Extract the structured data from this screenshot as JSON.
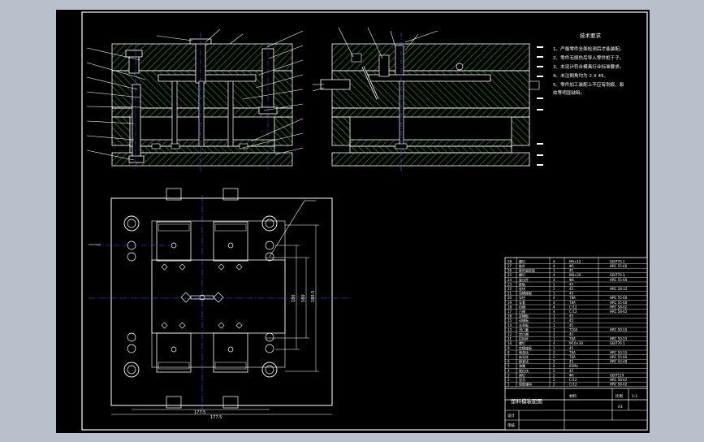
{
  "colors": {
    "background": "#b8c0cc",
    "sheet": "#000000",
    "line": "#ffffff",
    "hatch": "#2e9e2e",
    "center": "#4060ff",
    "dim": "#ffffff"
  },
  "technical_requirements": {
    "title": "技术要求",
    "items": [
      "1、严格零件全面检测后才能装配。",
      "2、零件无损伤后导入零件柜于子。",
      "3、本设计符合模具行业标准要求。",
      "4、未注倒角均为 2 X 45。",
      "5、零件加工装配上不应有划痕、裂",
      "   纹等明显缺陷。"
    ]
  },
  "plan_dimensions": [
    "180.5",
    "180",
    "180",
    "177.5",
    "177.5"
  ],
  "bom": {
    "rows": [
      {
        "no": "28",
        "name": "螺钉",
        "qty": "4",
        "spec": "M6×12",
        "material": "GB/T70.1"
      },
      {
        "no": "27",
        "name": "推杆",
        "qty": "4",
        "spec": "Φ5",
        "material": "HRC 55-60"
      },
      {
        "no": "26",
        "name": "推杆固定板",
        "qty": "1",
        "spec": "45",
        "material": ""
      },
      {
        "no": "25",
        "name": "螺钉",
        "qty": "4",
        "spec": "M8×20",
        "material": "GB/T70.1"
      },
      {
        "no": "24",
        "name": "复位杆",
        "qty": "4",
        "spec": "Φ8",
        "material": "HRC 55-60"
      },
      {
        "no": "23",
        "name": "推板",
        "qty": "1",
        "spec": "45",
        "material": ""
      },
      {
        "no": "22",
        "name": "垫块",
        "qty": "2",
        "spec": "45",
        "material": "HRC 28-32"
      },
      {
        "no": "21",
        "name": "动模座板",
        "qty": "1",
        "spec": "45",
        "material": ""
      },
      {
        "no": "20",
        "name": "导柱",
        "qty": "4",
        "spec": "T8A",
        "material": "HRC 55-60"
      },
      {
        "no": "19",
        "name": "导套",
        "qty": "4",
        "spec": "T8A",
        "material": "HRC 55-60"
      },
      {
        "no": "18",
        "name": "凹模",
        "qty": "4",
        "spec": "Cr12",
        "material": "HRC 58-62"
      },
      {
        "no": "17",
        "name": "凸模",
        "qty": "4",
        "spec": "Cr12",
        "material": "HRC 58-62"
      },
      {
        "no": "16",
        "name": "定模板",
        "qty": "1",
        "spec": "45",
        "material": ""
      },
      {
        "no": "15",
        "name": "动模板",
        "qty": "1",
        "spec": "45",
        "material": ""
      },
      {
        "no": "14",
        "name": "支承板",
        "qty": "1",
        "spec": "45",
        "material": ""
      },
      {
        "no": "13",
        "name": "浇口套",
        "qty": "1",
        "spec": "T10A",
        "material": "HRC 50-55"
      },
      {
        "no": "12",
        "name": "定位圈",
        "qty": "1",
        "spec": "45",
        "material": ""
      },
      {
        "no": "11",
        "name": "拉料杆",
        "qty": "1",
        "spec": "T8A",
        "material": "HRC 50-55"
      },
      {
        "no": "10",
        "name": "螺钉",
        "qty": "4",
        "spec": "M10×30",
        "material": "GB/T70.1"
      },
      {
        "no": "9",
        "name": "定模座板",
        "qty": "1",
        "spec": "45",
        "material": ""
      },
      {
        "no": "8",
        "name": "侧滑块",
        "qty": "2",
        "spec": "T8A",
        "material": "HRC 50-55"
      },
      {
        "no": "7",
        "name": "斜导柱",
        "qty": "2",
        "spec": "T8A",
        "material": "HRC 55-60"
      },
      {
        "no": "6",
        "name": "楔紧块",
        "qty": "2",
        "spec": "45",
        "material": "HRC 43-48"
      },
      {
        "no": "5",
        "name": "弹簧",
        "qty": "2",
        "spec": "65Mn",
        "material": ""
      },
      {
        "no": "4",
        "name": "限位块",
        "qty": "2",
        "spec": "45",
        "material": ""
      },
      {
        "no": "3",
        "name": "销钉",
        "qty": "2",
        "spec": "Φ6",
        "material": "GB/T119"
      },
      {
        "no": "2",
        "name": "型芯",
        "qty": "2",
        "spec": "Cr12",
        "material": "HRC 58-62"
      },
      {
        "no": "1",
        "name": "型腔镶块",
        "qty": "2",
        "spec": "Cr12",
        "material": "HRC 58-62"
      }
    ],
    "title": "塑料模装配图",
    "ratio_label": "比例",
    "ratio": "1:1",
    "material_label": "材料",
    "sheet_label": "A1",
    "designer_label": "设计",
    "checker_label": "审核"
  }
}
